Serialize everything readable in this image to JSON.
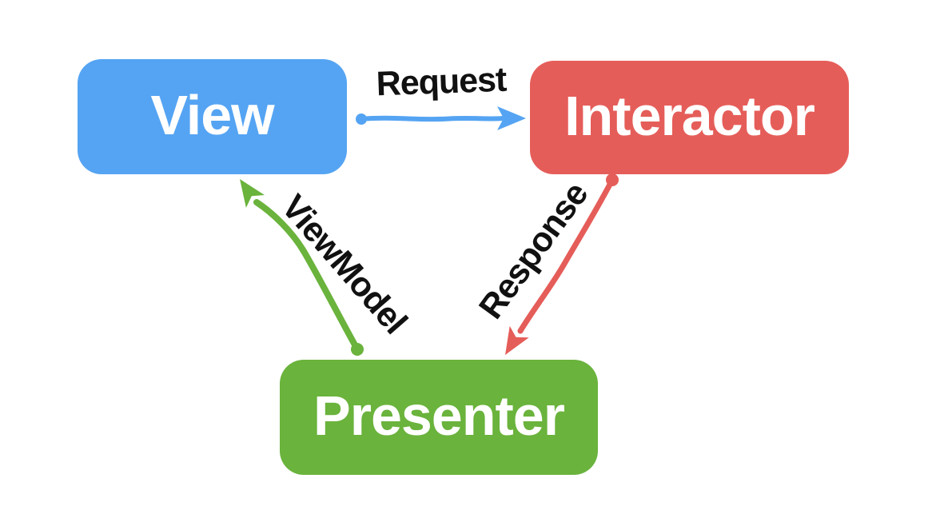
{
  "canvas": {
    "background": "#ffffff"
  },
  "nodes": [
    {
      "id": "view",
      "label": "View",
      "fill": "#55a4f3",
      "text_color": "#ffffff"
    },
    {
      "id": "interactor",
      "label": "Interactor",
      "fill": "#e55d59",
      "text_color": "#ffffff"
    },
    {
      "id": "presenter",
      "label": "Presenter",
      "fill": "#6ab33c",
      "text_color": "#ffffff"
    }
  ],
  "arrows": [
    {
      "id": "request",
      "label": "Request",
      "color": "#55a4f3",
      "from": "View",
      "to": "Interactor"
    },
    {
      "id": "response",
      "label": "Response",
      "color": "#e55d59",
      "from": "Interactor",
      "to": "Presenter"
    },
    {
      "id": "viewmodel",
      "label": "ViewModel",
      "color": "#6ab33c",
      "from": "Presenter",
      "to": "View"
    }
  ],
  "arrow_label_color": "#111111"
}
